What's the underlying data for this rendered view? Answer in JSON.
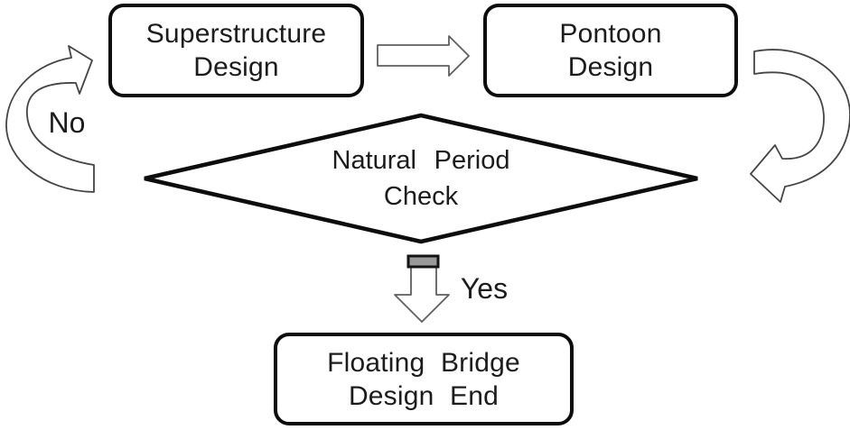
{
  "figure": {
    "type": "flowchart",
    "background_color": "#ffffff",
    "shape_border_color": "#0d0d0d",
    "arrow_outline_color": "#5f5f5f",
    "text_color": "#1c1c1c",
    "arrow_cap_fill_color": "#999999"
  },
  "nodes": {
    "superstructure": {
      "line1": "Superstructure",
      "line2": "Design",
      "shape": "rounded-rectangle"
    },
    "pontoon": {
      "line1": "Pontoon",
      "line2": "Design",
      "shape": "rounded-rectangle"
    },
    "decision": {
      "line1": "Natural Period",
      "line2": "Check",
      "shape": "diamond"
    },
    "end": {
      "line1": "Floating Bridge",
      "line2": "Design End",
      "shape": "rounded-rectangle"
    }
  },
  "labels": {
    "no": "No",
    "yes": "Yes"
  },
  "arrows": {
    "superstructure_to_pontoon": "right-block-arrow",
    "pontoon_to_decision": "curved-arrow-clockwise-down",
    "decision_no_to_superstructure": "curved-arrow-counterclockwise-up",
    "decision_yes_to_end": "down-block-arrow-with-striped-cap"
  }
}
